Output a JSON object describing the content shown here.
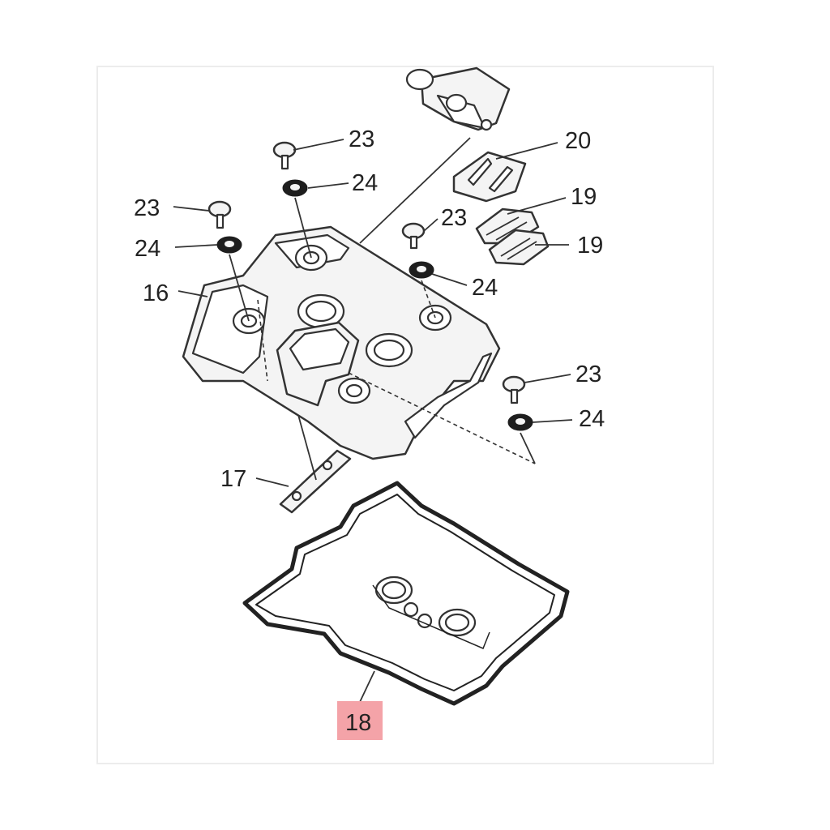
{
  "highlight_color": "#f4a3a8",
  "callouts": {
    "c16": "16",
    "c17": "17",
    "c18": "18",
    "c19a": "19",
    "c19b": "19",
    "c20": "20",
    "c23a": "23",
    "c23b": "23",
    "c23c": "23",
    "c23d": "23",
    "c24a": "24",
    "c24b": "24",
    "c24c": "24",
    "c24d": "24"
  }
}
